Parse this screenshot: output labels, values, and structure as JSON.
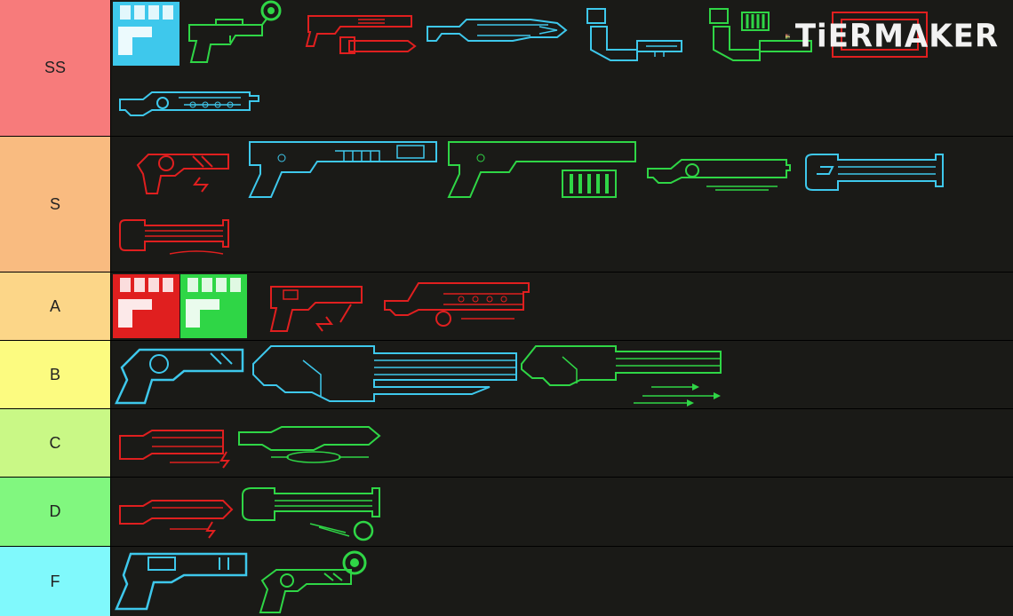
{
  "watermark": {
    "text": "TiERMAKER"
  },
  "colors": {
    "cyan": "#3ec8ec",
    "green": "#2fd646",
    "red": "#e01f1f",
    "row_bg": "#1a1a17"
  },
  "tiers": [
    {
      "label": "SS",
      "color": "#f77b7b",
      "items": [
        "fist",
        "pistol-target",
        "shotgun-chainsaw",
        "rifle-long",
        "arm-launcher",
        "arm-launcher-ammo",
        "cannon-box",
        "rifle-long"
      ]
    },
    {
      "label": "S",
      "color": "#f9bb80",
      "items": [
        "revolver-spark",
        "shotgun-big",
        "shotgun-big-ammo",
        "rifle-chamber",
        "gatling",
        "gatling-small"
      ]
    },
    {
      "label": "A",
      "color": "#fcd688",
      "items": [
        "fist",
        "fist",
        "pistol-spark",
        "rifle-chamber"
      ]
    },
    {
      "label": "B",
      "color": "#fcfb80",
      "items": [
        "revolver",
        "railgun",
        "railgun-missiles"
      ]
    },
    {
      "label": "C",
      "color": "#c9f886",
      "items": [
        "plasma-bolt",
        "plasma-long"
      ]
    },
    {
      "label": "D",
      "color": "#81f77f",
      "items": [
        "plasma-bolt",
        "gatling-ball"
      ]
    },
    {
      "label": "F",
      "color": "#80f9fc",
      "items": [
        "pistol",
        "revolver-target"
      ]
    }
  ]
}
